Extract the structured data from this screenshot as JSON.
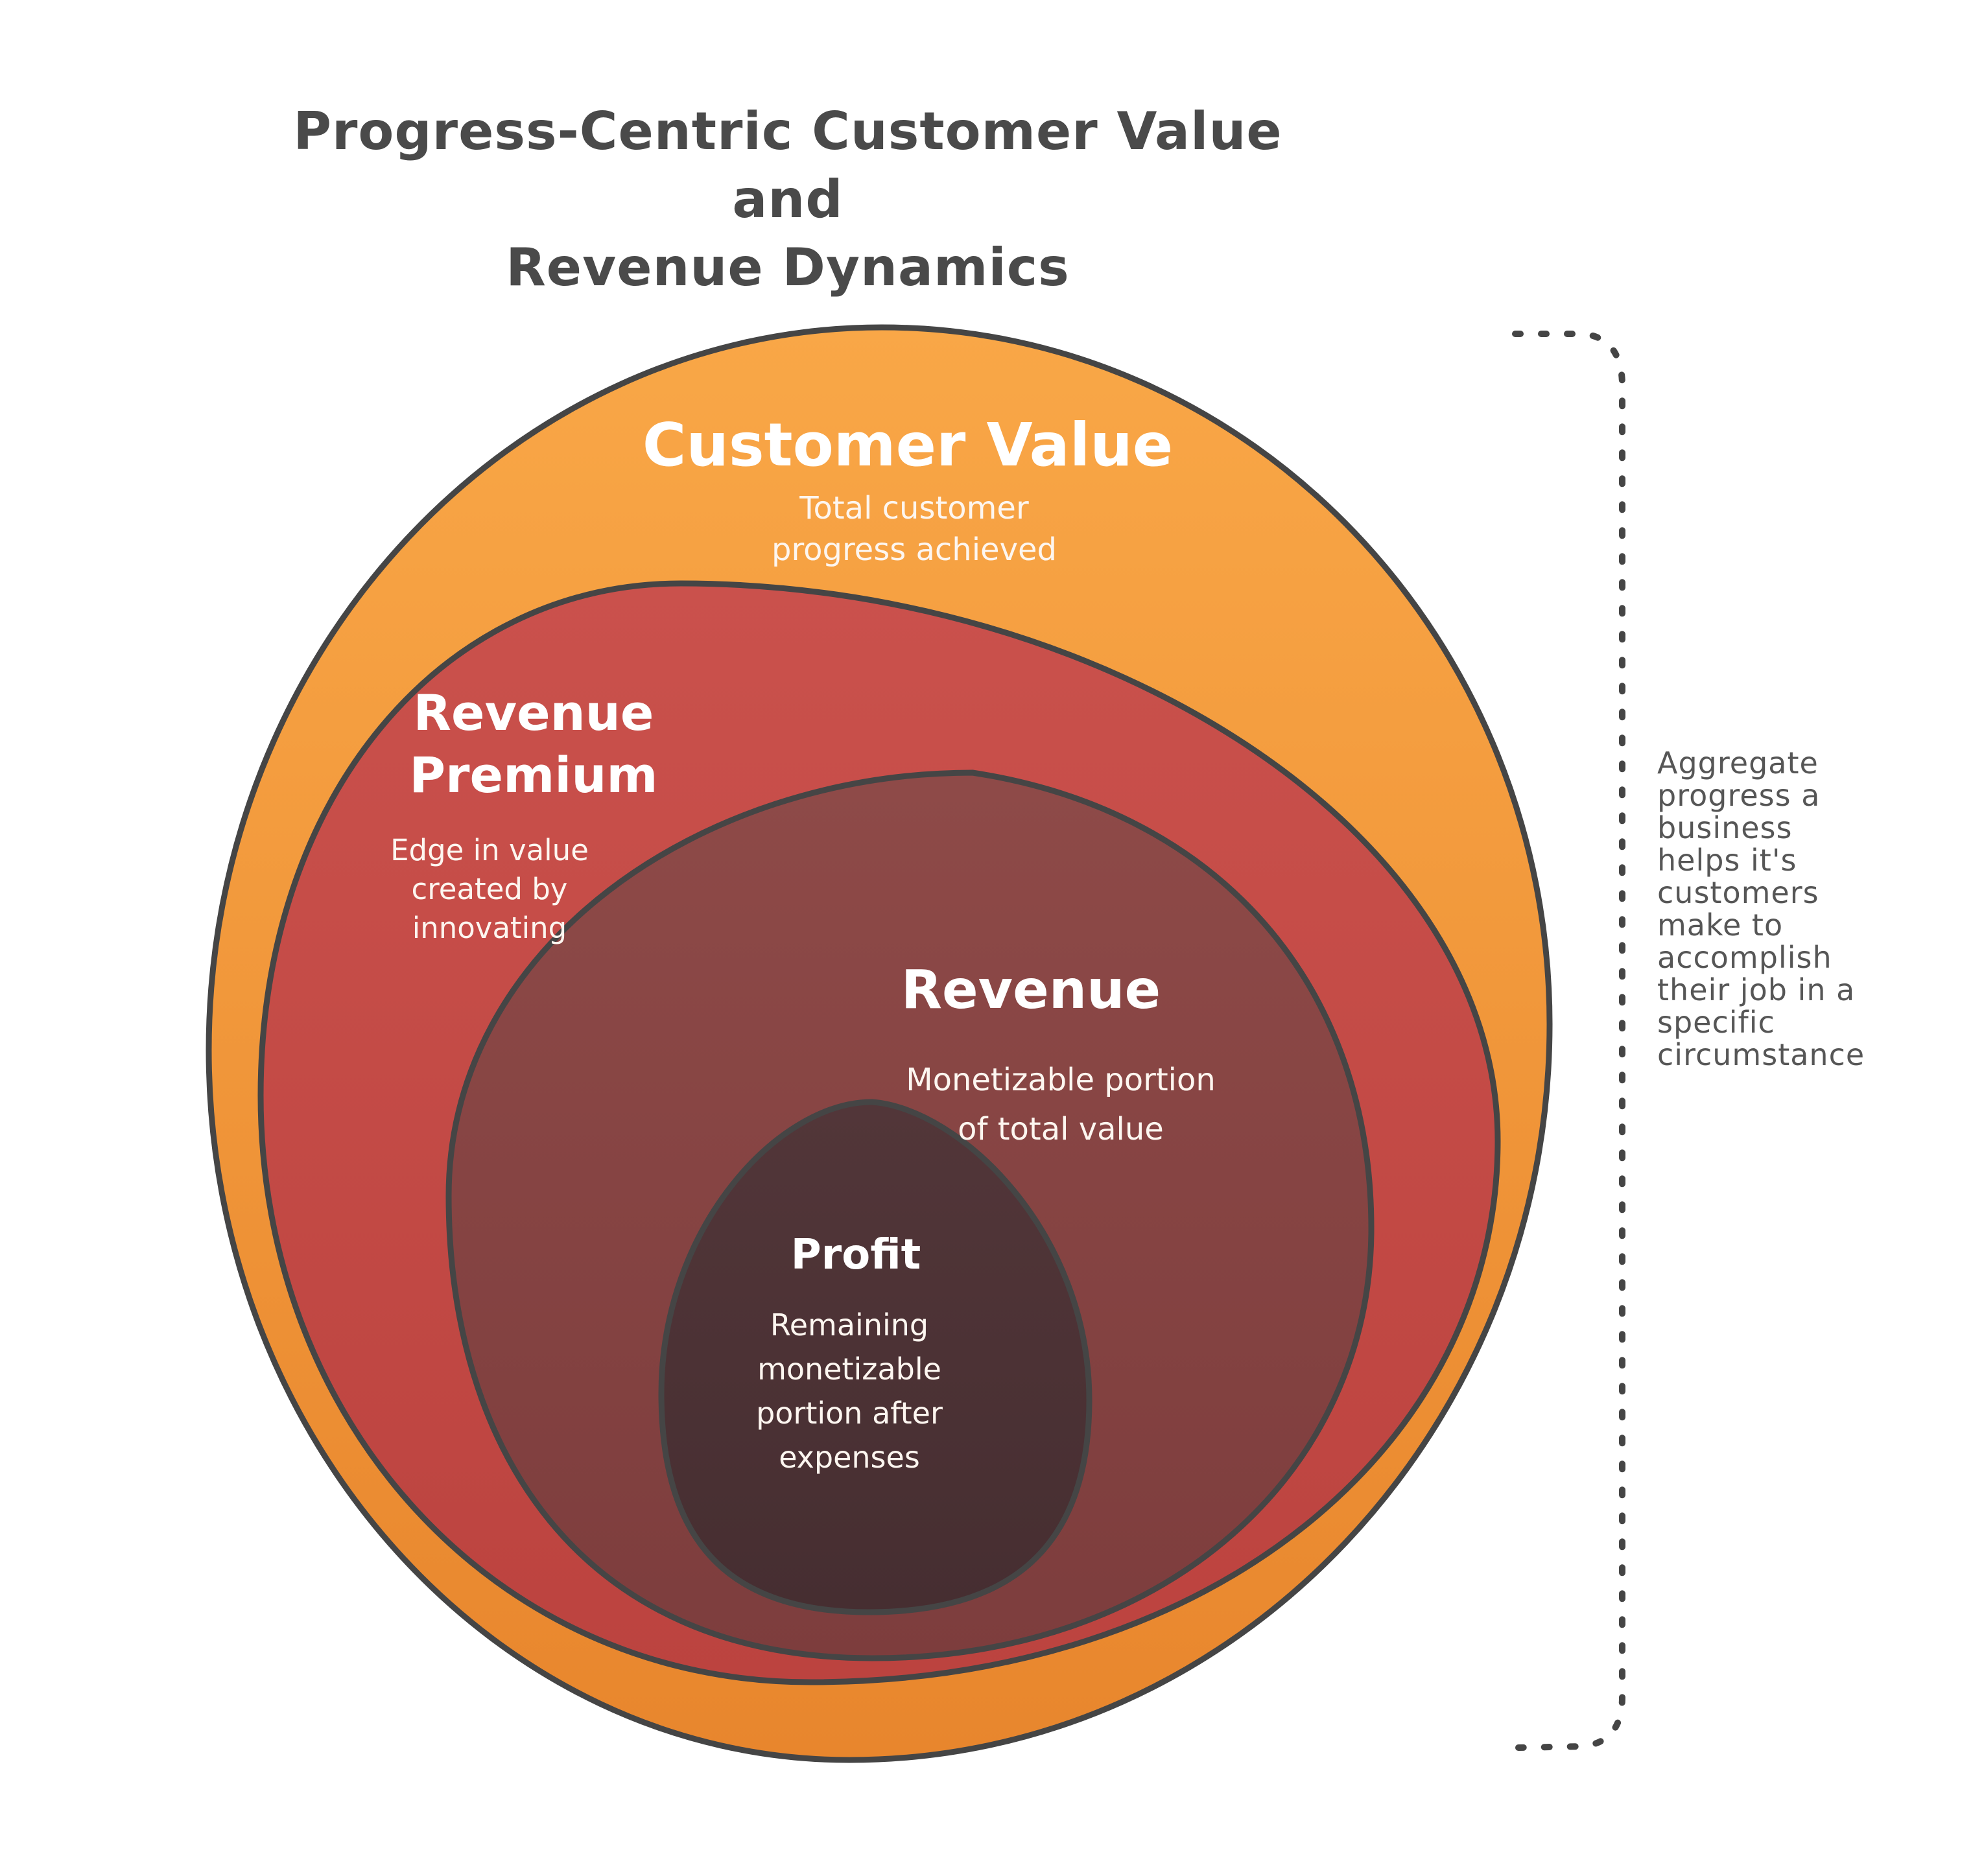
{
  "title": "Progress-Centric Customer Value and\nRevenue Dynamics",
  "title_color": "#4a4a4a",
  "background": "#ffffff",
  "stroke_color": "#454545",
  "rings": [
    {
      "name": "Customer Value",
      "label": "Customer Value",
      "description": "Total customer\nprogress achieved",
      "fill_top": "#f9a747",
      "fill_bottom": "#e8862d",
      "text_color": "#ffffff"
    },
    {
      "name": "Revenue Premium",
      "label": "Revenue\nPremium",
      "description": "Edge in value\ncreated by\ninnovating",
      "fill_top": "#ca514c",
      "fill_bottom": "#bc433f",
      "text_color": "#ffffff"
    },
    {
      "name": "Revenue",
      "label": "Revenue",
      "description": "Monetizable portion\nof total value",
      "fill_top": "#8e4a48",
      "fill_bottom": "#7d3d3d",
      "text_color": "#ffffff"
    },
    {
      "name": "Profit",
      "label": "Profit",
      "description": "Remaining\nmonetizable\nportion after\nexpenses",
      "fill_top": "#523639",
      "fill_bottom": "#462e31",
      "text_color": "#ffffff"
    }
  ],
  "annotation": {
    "text": "Aggregate\nprogress a\nbusiness\nhelps it's\ncustomers\nmake to\naccomplish\ntheir job in a\nspecific\ncircumstance",
    "color": "#565656"
  }
}
